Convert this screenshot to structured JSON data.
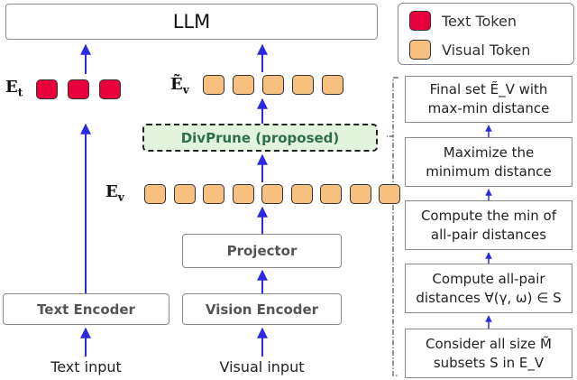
{
  "llm": {
    "label": "LLM"
  },
  "legend": {
    "text_token": {
      "label": "Text Token",
      "color": "#e8003c"
    },
    "visual_token": {
      "label": "Visual Token",
      "color": "#f7c07f"
    }
  },
  "left": {
    "token_label": "E",
    "token_label_sub": "t",
    "text_encoder": "Text Encoder",
    "text_input": "Text input",
    "text_token_count": 3
  },
  "middle": {
    "pruned_label": "Ẽ",
    "pruned_label_sub": "v",
    "pruned_token_count": 5,
    "divprune": "DivPrune (proposed)",
    "full_label": "E",
    "full_label_sub": "v",
    "full_token_count": 9,
    "projector": "Projector",
    "vision_encoder": "Vision Encoder",
    "visual_input": "Visual input"
  },
  "steps": [
    {
      "line1": "Final set Ẽ_V with",
      "line2": "max-min distance"
    },
    {
      "line1": "Maximize the",
      "line2": "minimum distance"
    },
    {
      "line1": "Compute the min of",
      "line2": "all-pair distances"
    },
    {
      "line1": "Compute all-pair",
      "line2": "distances ∀(γ, ω) ∈ S"
    },
    {
      "line1": "Consider all size M̃",
      "line2": "subsets S in E_V"
    }
  ],
  "colors": {
    "arrow": "#2a2ae0",
    "bracket": "#555555",
    "divprune_fill": "#e2f4dc"
  }
}
